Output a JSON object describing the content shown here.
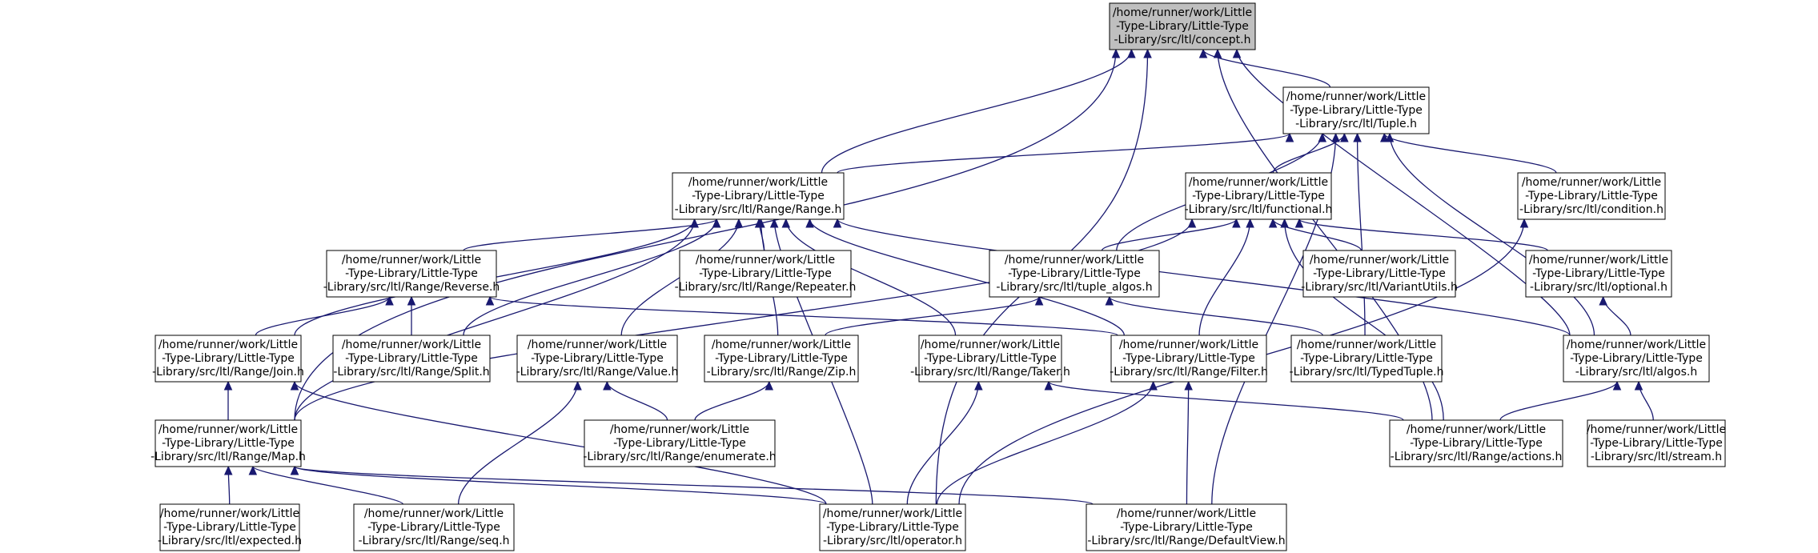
{
  "graph": {
    "colors": {
      "edge": "#191970",
      "node_border": "#000000",
      "root_fill": "#bfbfbf",
      "node_fill": "#ffffff"
    },
    "root": "concept",
    "nodes": [
      {
        "id": "concept",
        "lines": [
          "/home/runner/work/Little",
          "-Type-Library/Little-Type",
          "-Library/src/ltl/concept.h"
        ]
      },
      {
        "id": "tuple",
        "lines": [
          "/home/runner/work/Little",
          "-Type-Library/Little-Type",
          "-Library/src/ltl/Tuple.h"
        ]
      },
      {
        "id": "range",
        "lines": [
          "/home/runner/work/Little",
          "-Type-Library/Little-Type",
          "-Library/src/ltl/Range/Range.h"
        ]
      },
      {
        "id": "functional",
        "lines": [
          "/home/runner/work/Little",
          "-Type-Library/Little-Type",
          "-Library/src/ltl/functional.h"
        ]
      },
      {
        "id": "condition",
        "lines": [
          "/home/runner/work/Little",
          "-Type-Library/Little-Type",
          "-Library/src/ltl/condition.h"
        ]
      },
      {
        "id": "reverse",
        "lines": [
          "/home/runner/work/Little",
          "-Type-Library/Little-Type",
          "-Library/src/ltl/Range/Reverse.h"
        ]
      },
      {
        "id": "repeater",
        "lines": [
          "/home/runner/work/Little",
          "-Type-Library/Little-Type",
          "-Library/src/ltl/Range/Repeater.h"
        ]
      },
      {
        "id": "tuple_algos",
        "lines": [
          "/home/runner/work/Little",
          "-Type-Library/Little-Type",
          "-Library/src/ltl/tuple_algos.h"
        ]
      },
      {
        "id": "variantutils",
        "lines": [
          "/home/runner/work/Little",
          "-Type-Library/Little-Type",
          "-Library/src/ltl/VariantUtils.h"
        ]
      },
      {
        "id": "optional",
        "lines": [
          "/home/runner/work/Little",
          "-Type-Library/Little-Type",
          "-Library/src/ltl/optional.h"
        ]
      },
      {
        "id": "join",
        "lines": [
          "/home/runner/work/Little",
          "-Type-Library/Little-Type",
          "-Library/src/ltl/Range/Join.h"
        ]
      },
      {
        "id": "split",
        "lines": [
          "/home/runner/work/Little",
          "-Type-Library/Little-Type",
          "-Library/src/ltl/Range/Split.h"
        ]
      },
      {
        "id": "value",
        "lines": [
          "/home/runner/work/Little",
          "-Type-Library/Little-Type",
          "-Library/src/ltl/Range/Value.h"
        ]
      },
      {
        "id": "zip",
        "lines": [
          "/home/runner/work/Little",
          "-Type-Library/Little-Type",
          "-Library/src/ltl/Range/Zip.h"
        ]
      },
      {
        "id": "taker",
        "lines": [
          "/home/runner/work/Little",
          "-Type-Library/Little-Type",
          "-Library/src/ltl/Range/Taker.h"
        ]
      },
      {
        "id": "filter",
        "lines": [
          "/home/runner/work/Little",
          "-Type-Library/Little-Type",
          "-Library/src/ltl/Range/Filter.h"
        ]
      },
      {
        "id": "typedtuple",
        "lines": [
          "/home/runner/work/Little",
          "-Type-Library/Little-Type",
          "-Library/src/ltl/TypedTuple.h"
        ]
      },
      {
        "id": "algos",
        "lines": [
          "/home/runner/work/Little",
          "-Type-Library/Little-Type",
          "-Library/src/ltl/algos.h"
        ]
      },
      {
        "id": "map",
        "lines": [
          "/home/runner/work/Little",
          "-Type-Library/Little-Type",
          "-Library/src/ltl/Range/Map.h"
        ]
      },
      {
        "id": "enumerate",
        "lines": [
          "/home/runner/work/Little",
          "-Type-Library/Little-Type",
          "-Library/src/ltl/Range/enumerate.h"
        ]
      },
      {
        "id": "actions",
        "lines": [
          "/home/runner/work/Little",
          "-Type-Library/Little-Type",
          "-Library/src/ltl/Range/actions.h"
        ]
      },
      {
        "id": "stream",
        "lines": [
          "/home/runner/work/Little",
          "-Type-Library/Little-Type",
          "-Library/src/ltl/stream.h"
        ]
      },
      {
        "id": "expected",
        "lines": [
          "/home/runner/work/Little",
          "-Type-Library/Little-Type",
          "-Library/src/ltl/expected.h"
        ]
      },
      {
        "id": "seq",
        "lines": [
          "/home/runner/work/Little",
          "-Type-Library/Little-Type",
          "-Library/src/ltl/Range/seq.h"
        ]
      },
      {
        "id": "operator",
        "lines": [
          "/home/runner/work/Little",
          "-Type-Library/Little-Type",
          "-Library/src/ltl/operator.h"
        ]
      },
      {
        "id": "defaultview",
        "lines": [
          "/home/runner/work/Little",
          "-Type-Library/Little-Type",
          "-Library/src/ltl/Range/DefaultView.h"
        ]
      }
    ],
    "edges": [
      {
        "from": "tuple",
        "to": "concept"
      },
      {
        "from": "range",
        "to": "concept"
      },
      {
        "from": "map",
        "to": "concept"
      },
      {
        "from": "operator",
        "to": "concept"
      },
      {
        "from": "algos",
        "to": "concept"
      },
      {
        "from": "actions",
        "to": "concept"
      },
      {
        "from": "range",
        "to": "tuple"
      },
      {
        "from": "functional",
        "to": "tuple"
      },
      {
        "from": "condition",
        "to": "tuple"
      },
      {
        "from": "tuple_algos",
        "to": "tuple"
      },
      {
        "from": "typedtuple",
        "to": "tuple"
      },
      {
        "from": "algos",
        "to": "tuple"
      },
      {
        "from": "defaultview",
        "to": "tuple"
      },
      {
        "from": "reverse",
        "to": "range"
      },
      {
        "from": "repeater",
        "to": "range"
      },
      {
        "from": "join",
        "to": "range"
      },
      {
        "from": "split",
        "to": "range"
      },
      {
        "from": "value",
        "to": "range"
      },
      {
        "from": "zip",
        "to": "range"
      },
      {
        "from": "taker",
        "to": "range"
      },
      {
        "from": "filter",
        "to": "range"
      },
      {
        "from": "map",
        "to": "range"
      },
      {
        "from": "operator",
        "to": "range"
      },
      {
        "from": "algos",
        "to": "range"
      },
      {
        "from": "tuple_algos",
        "to": "functional"
      },
      {
        "from": "variantutils",
        "to": "functional"
      },
      {
        "from": "optional",
        "to": "functional"
      },
      {
        "from": "filter",
        "to": "functional"
      },
      {
        "from": "actions",
        "to": "functional"
      },
      {
        "from": "map",
        "to": "functional"
      },
      {
        "from": "operator",
        "to": "condition"
      },
      {
        "from": "join",
        "to": "reverse"
      },
      {
        "from": "split",
        "to": "reverse"
      },
      {
        "from": "filter",
        "to": "reverse"
      },
      {
        "from": "zip",
        "to": "tuple_algos"
      },
      {
        "from": "typedtuple",
        "to": "tuple_algos"
      },
      {
        "from": "algos",
        "to": "optional"
      },
      {
        "from": "map",
        "to": "join"
      },
      {
        "from": "operator",
        "to": "join"
      },
      {
        "from": "enumerate",
        "to": "value"
      },
      {
        "from": "seq",
        "to": "value"
      },
      {
        "from": "enumerate",
        "to": "zip"
      },
      {
        "from": "operator",
        "to": "taker"
      },
      {
        "from": "actions",
        "to": "taker"
      },
      {
        "from": "operator",
        "to": "filter"
      },
      {
        "from": "defaultview",
        "to": "filter"
      },
      {
        "from": "actions",
        "to": "algos"
      },
      {
        "from": "stream",
        "to": "algos"
      },
      {
        "from": "expected",
        "to": "map"
      },
      {
        "from": "seq",
        "to": "map"
      },
      {
        "from": "operator",
        "to": "map"
      },
      {
        "from": "defaultview",
        "to": "map"
      }
    ]
  }
}
